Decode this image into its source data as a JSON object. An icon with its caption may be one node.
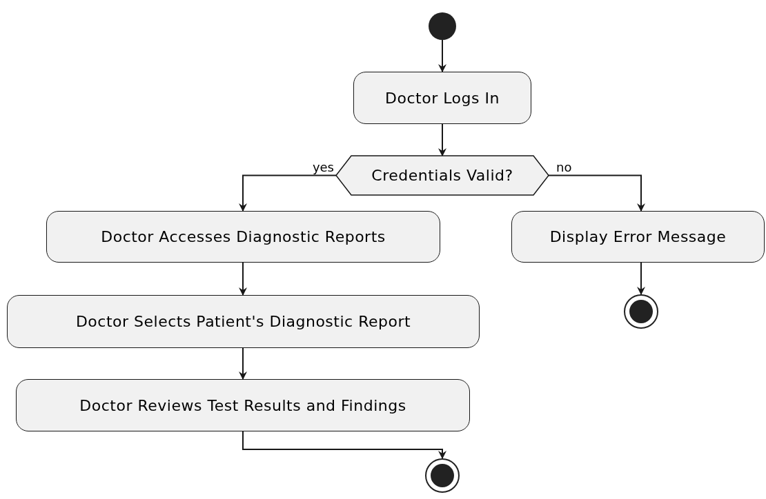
{
  "diagram": {
    "nodes": [
      {
        "text": [],
        "shape": "circle"
      },
      {
        "text": [
          "Doctor Logs In"
        ]
      },
      {
        "text": [
          "Credentials Valid?"
        ]
      },
      {
        "text": [
          "Doctor Accesses Diagnostic Reports"
        ]
      },
      {
        "text": [
          "Display Error Message"
        ]
      },
      {
        "text": [],
        "shape": "circle"
      },
      {
        "text": [
          "Doctor Selects Patient's Diagnostic Report"
        ]
      },
      {
        "text": [
          "Doctor Reviews Test Results and Findings"
        ]
      },
      {
        "text": [],
        "shape": "circle"
      }
    ],
    "edges": [
      {
        "from": 0,
        "to": 1,
        "arrow": "to"
      },
      {
        "from": 1,
        "to": 2,
        "arrow": "to"
      },
      {
        "from": 2,
        "to": 3,
        "arrow": "to",
        "label": "yes"
      },
      {
        "from": 2,
        "to": 4,
        "arrow": "to",
        "label": "no"
      },
      {
        "from": 4,
        "to": 5,
        "arrow": "to"
      },
      {
        "from": 3,
        "to": 6,
        "arrow": "to"
      },
      {
        "from": 6,
        "to": 7,
        "arrow": "to"
      },
      {
        "from": 7,
        "to": 8,
        "arrow": "to"
      }
    ]
  }
}
